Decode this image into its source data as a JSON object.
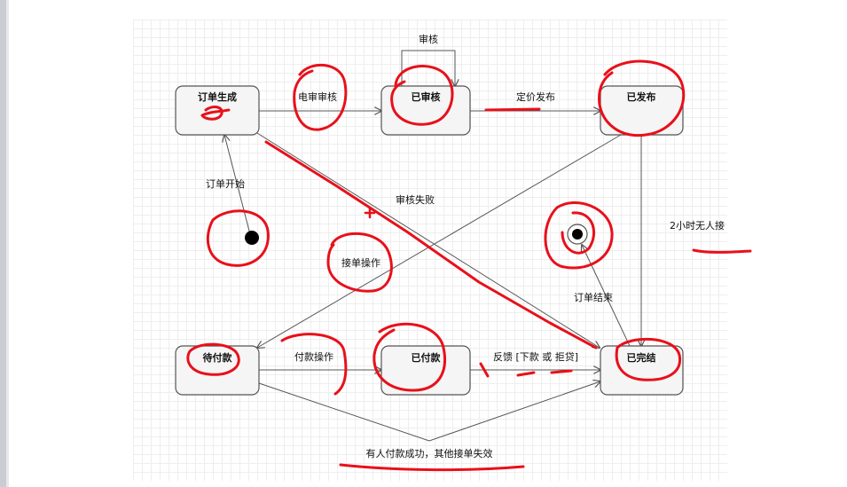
{
  "states": {
    "order_generated": "订单生成",
    "reviewed": "已审核",
    "published": "已发布",
    "pending_payment": "待付款",
    "paid": "已付款",
    "completed": "已完结"
  },
  "transitions": {
    "review_loop": "审核",
    "e_review": "电审审核",
    "price_publish": "定价发布",
    "order_start": "订单开始",
    "review_failed": "审核失败",
    "take_order": "接单操作",
    "no_taker": "2小时无人接",
    "order_end": "订单结束",
    "pay_action": "付款操作",
    "feedback": "反馈 [下款 或 拒贷]",
    "someone_paid": "有人付款成功，其他接单失效"
  },
  "colors": {
    "annotation": "#e8101a",
    "box_fill": "#f5f5f5",
    "line": "#555555"
  }
}
